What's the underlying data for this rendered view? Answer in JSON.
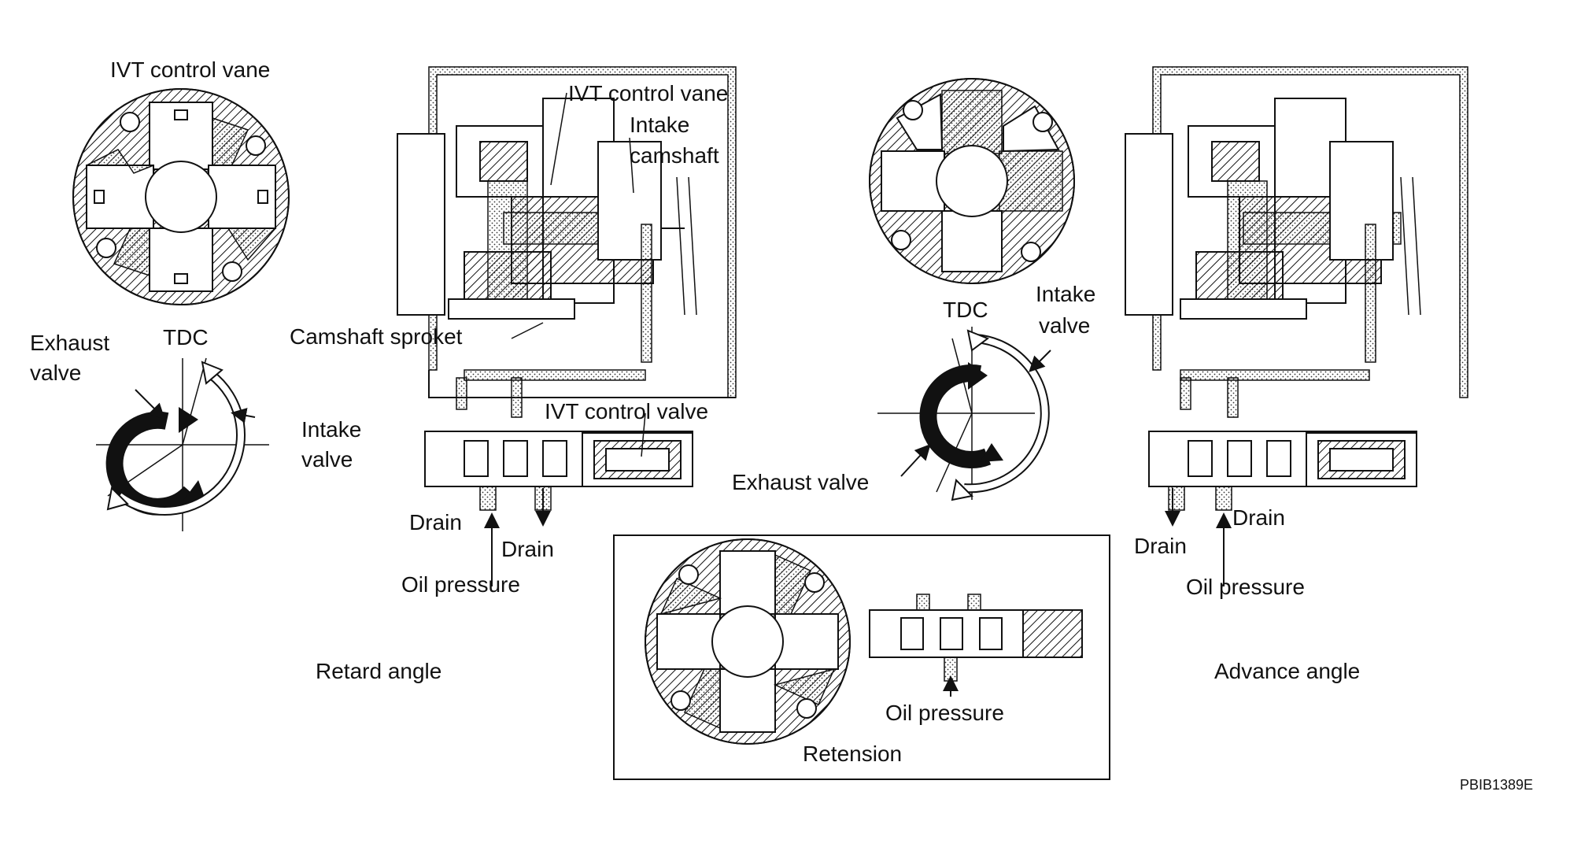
{
  "labels": {
    "ivt_control_vane_left": "IVT control vane",
    "exhaust_valve_left": [
      "Exhaust",
      "valve"
    ],
    "tdc_left": "TDC",
    "intake_valve_left": [
      "Intake",
      "valve"
    ],
    "ivt_control_vane_mid": "IVT control vane",
    "intake_camshaft": [
      "Intake",
      "camshaft"
    ],
    "camshaft_sproket": "Camshaft sproket",
    "ivt_control_valve": "IVT control valve",
    "drain_1": "Drain",
    "drain_2": "Drain",
    "oil_pressure_left": "Oil pressure",
    "retard_angle": "Retard angle",
    "tdc_right": "TDC",
    "intake_valve_right": [
      "Intake",
      "valve"
    ],
    "exhaust_valve_right": "Exhaust valve",
    "oil_pressure_center": "Oil pressure",
    "retension": "Retension",
    "drain_3": "Drain",
    "drain_4": "Drain",
    "oil_pressure_right": "Oil pressure",
    "advance_angle": "Advance angle",
    "figure_code": "PBIB1389E"
  }
}
